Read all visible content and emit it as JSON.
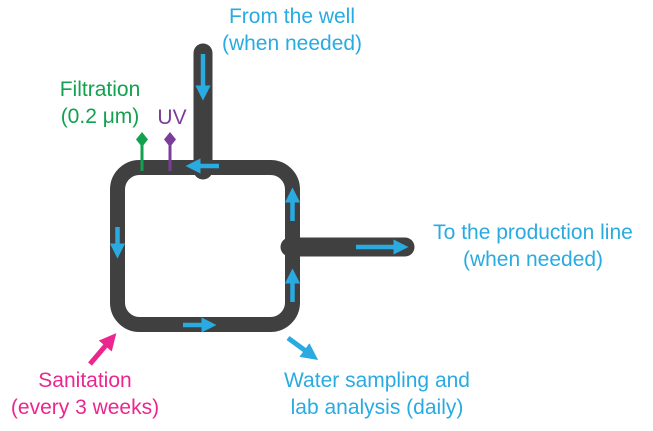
{
  "title": "Water loop process diagram",
  "colors": {
    "flow_cyan": "#29ABE2",
    "pipe_gray": "#404040",
    "filtration_green": "#12A14F",
    "uv_purple": "#7B3E98",
    "sanitation_pink": "#EC268F",
    "background": "#ffffff"
  },
  "labels": {
    "from_well": {
      "line1": "From the well",
      "line2": "(when needed)"
    },
    "filtration": {
      "line1": "Filtration",
      "line2": "(0.2 μm)"
    },
    "uv": {
      "text": "UV"
    },
    "to_production": {
      "line1": "To the production line",
      "line2": "(when needed)"
    },
    "sanitation": {
      "line1": "Sanitation",
      "line2": "(every 3 weeks)"
    },
    "water_sampling": {
      "line1": "Water sampling and",
      "line2": "lab analysis (daily)"
    }
  },
  "diagram": {
    "loop_shape": "rounded-rectangle pipe circuit",
    "flow_direction": "counterclockwise",
    "inline_markers": [
      {
        "name": "filtration-marker",
        "shape": "diamond",
        "color": "#12A14F"
      },
      {
        "name": "uv-marker",
        "shape": "diamond",
        "color": "#7B3E98"
      }
    ],
    "flow_arrows_count": 7,
    "annotation_arrows": [
      {
        "name": "sanitation-arrow",
        "color": "#EC268F",
        "direction": "up-right"
      },
      {
        "name": "water-sampling-arrow",
        "color": "#29ABE2",
        "direction": "down-right"
      }
    ]
  }
}
